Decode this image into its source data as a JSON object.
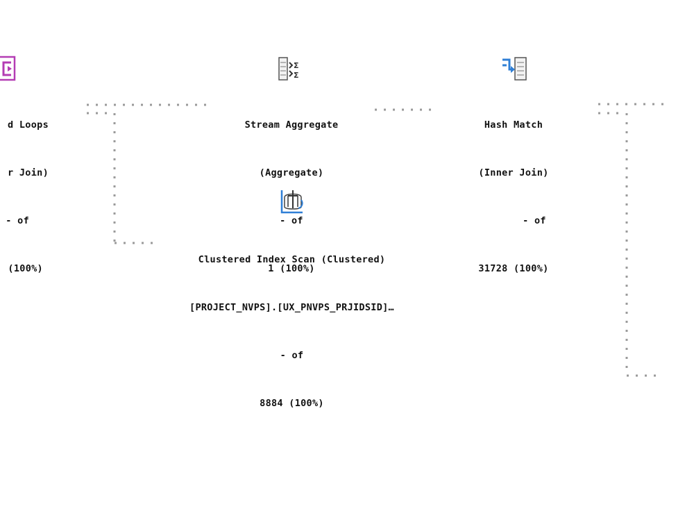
{
  "plan": {
    "operators": [
      {
        "id": "nested-loops",
        "name": "Nested Loops",
        "lines": [
          "d Loops",
          "r Join)",
          "- of",
          "(100%)"
        ],
        "icon": "nested-loops-icon"
      },
      {
        "id": "stream-aggregate",
        "name": "Stream Aggregate",
        "lines": [
          "Stream Aggregate",
          "(Aggregate)",
          "- of",
          "1 (100%)"
        ],
        "icon": "stream-aggregate-icon"
      },
      {
        "id": "hash-match",
        "name": "Hash Match",
        "lines": [
          "Hash Match",
          "(Inner Join)",
          "- of",
          "31728 (100%)"
        ],
        "icon": "hash-match-icon"
      },
      {
        "id": "clustered-index-scan",
        "name": "Clustered Index Scan",
        "lines": [
          "Clustered Index Scan (Clustered)",
          "[PROJECT_NVPS].[UX_PNVPS_PRJIDSID]…",
          "- of",
          "8884 (100%)"
        ],
        "icon": "clustered-index-scan-icon"
      }
    ],
    "colors": {
      "nested_loops_icon": "#b43cb4",
      "hash_icon_accent": "#2f7fd6",
      "scan_icon_accent": "#2f7fd6",
      "link_dots": "#9a9a9a",
      "text": "#111111"
    }
  }
}
